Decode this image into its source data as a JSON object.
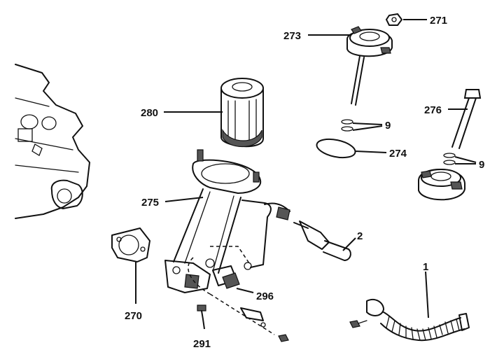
{
  "callouts": {
    "c271": "271",
    "c273": "273",
    "c276": "276",
    "c280": "280",
    "c9a": "9",
    "c9b": "9",
    "c274": "274",
    "c275": "275",
    "c2": "2",
    "c1": "1",
    "c296": "296",
    "c270": "270",
    "c291": "291"
  }
}
